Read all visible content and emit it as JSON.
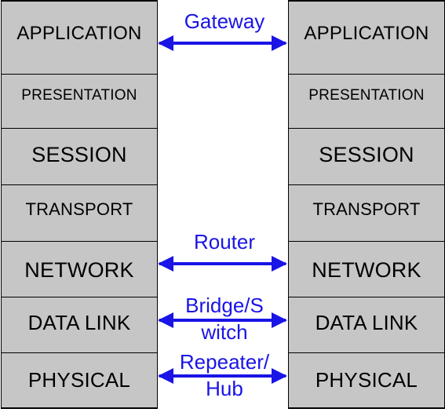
{
  "left_stack": {
    "layers": [
      "APPLICATION",
      "PRESENTATION",
      "SESSION",
      "TRANSPORT",
      "NETWORK",
      "DATA LINK",
      "PHYSICAL"
    ]
  },
  "right_stack": {
    "layers": [
      "APPLICATION",
      "PRESENTATION",
      "SESSION",
      "TRANSPORT",
      "NETWORK",
      "DATA LINK",
      "PHYSICAL"
    ]
  },
  "connections": [
    {
      "label": "Gateway",
      "layer": "APPLICATION"
    },
    {
      "label": "Router",
      "layer": "NETWORK"
    },
    {
      "label_line1": "Bridge/S",
      "label_line2": "witch",
      "layer": "DATA LINK"
    },
    {
      "label_line1": "Repeater/",
      "label_line2": "Hub",
      "layer": "PHYSICAL"
    }
  ],
  "colors": {
    "layer_fill": "#c6c6c6",
    "border": "#000000",
    "connector": "#1a14e6"
  }
}
